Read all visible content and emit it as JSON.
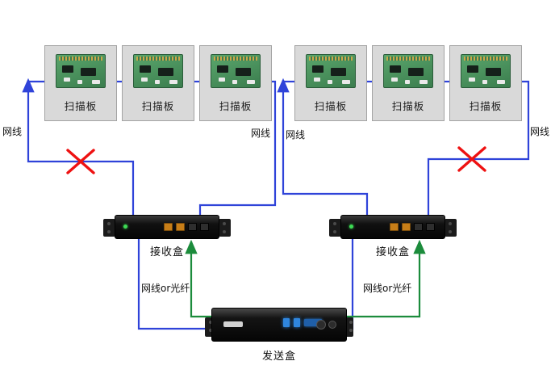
{
  "scan_boards": [
    {
      "label": "扫描板"
    },
    {
      "label": "扫描板"
    },
    {
      "label": "扫描板"
    },
    {
      "label": "扫描板"
    },
    {
      "label": "扫描板"
    },
    {
      "label": "扫描板"
    }
  ],
  "receivers": [
    {
      "label": "接收盒"
    },
    {
      "label": "接收盒"
    }
  ],
  "sender": {
    "label": "发送盒"
  },
  "cable_labels": {
    "far_left": "网线",
    "mid_left": "网线",
    "mid_right": "网线",
    "far_right": "网线",
    "uplink_left": "网线or光纤",
    "uplink_right": "网线or光纤"
  },
  "markers": {
    "broken_connection": "x-mark"
  },
  "colors": {
    "wire-blue": "#2f43d9",
    "wire-green": "#1c8c3c",
    "error-red": "#ee1111",
    "box-fill": "#d9d9d9",
    "box-border": "#a3a3a3"
  }
}
